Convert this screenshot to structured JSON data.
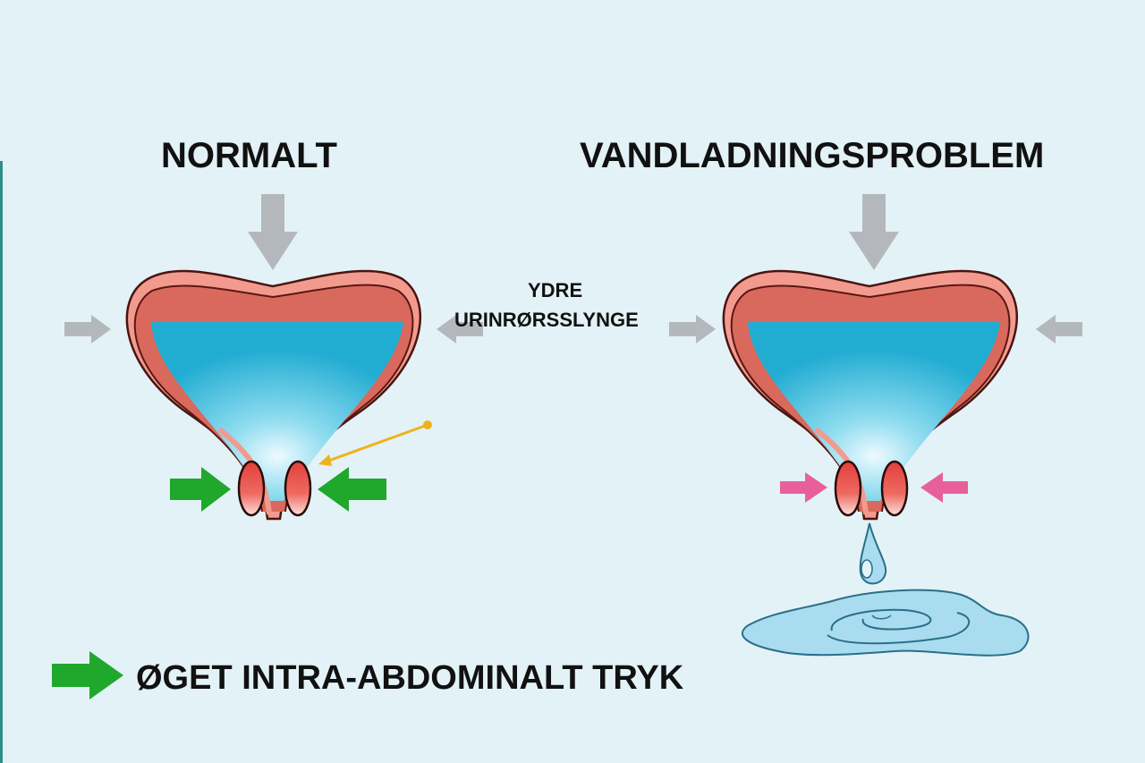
{
  "titles": {
    "normal": "NORMALT",
    "problem": "VANDLADNINGSPROBLEM"
  },
  "label": {
    "line1": "YDRE",
    "line2": "URINRØRSSLYNGE"
  },
  "legend": {
    "text": "ØGET INTRA-ABDOMINALT TRYK",
    "icon": "green-arrow-icon"
  },
  "colors": {
    "background": "#e3f2f7",
    "green_arrow": "#1fa82c",
    "pink_arrow": "#e8609a",
    "gray_arrow": "#b4b8bc",
    "pointer": "#f0b21c",
    "fluid": "#2bb3d6",
    "wall": "#f2968a"
  }
}
